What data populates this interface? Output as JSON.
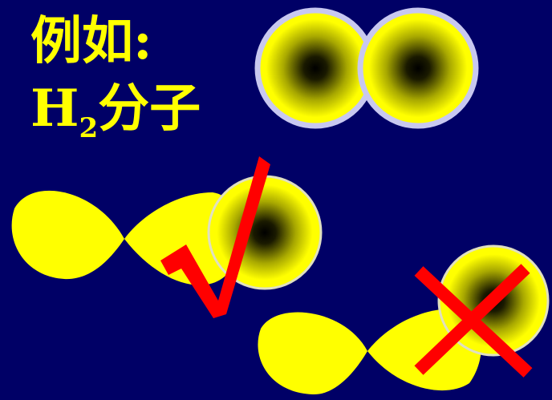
{
  "title": {
    "line1": "例如:",
    "line2_prefix": "H",
    "line2_subscript": "2",
    "line2_suffix": "分子"
  },
  "colors": {
    "background": "#000066",
    "text": "#ffff00",
    "orbital_yellow": "#ffff00",
    "s_orbital_center": "#000000",
    "s_orbital_rim": "#c8c8f0",
    "mark": "#ff0000"
  },
  "icons": {
    "correct_mark": "check-mark-icon",
    "wrong_mark": "cross-mark-icon"
  }
}
